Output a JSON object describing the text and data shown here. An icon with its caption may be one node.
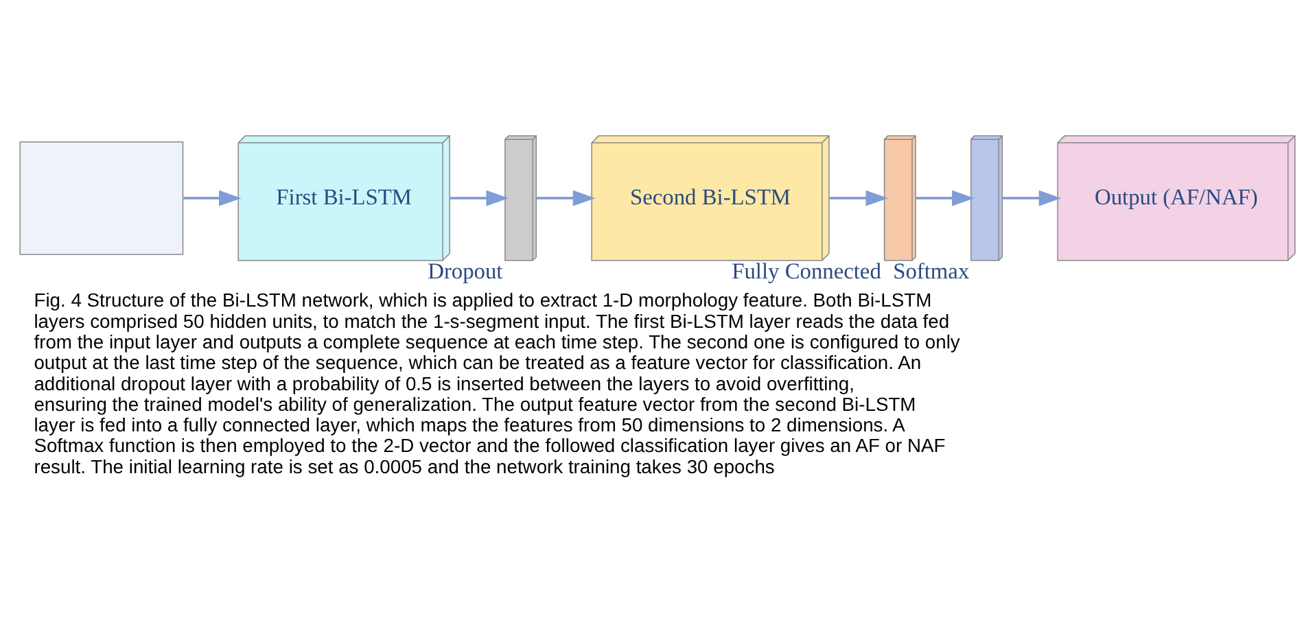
{
  "diagram": {
    "caption": "Fig. 4 Structure of the Bi-LSTM network, which is applied to extract 1-D morphology feature. Both Bi-LSTM layers comprised 50 hidden units, to match the 1-s-segment input. The first Bi-LSTM layer reads the data fed from the input layer and outputs a complete sequence at each time step. The second one is configured to only output at the last time step of the sequence, which can be treated as a feature vector for classification. An additional dropout layer with a probability of 0.5 is inserted between the layers to avoid overfitting, ensuring the trained model's ability of generalization. The output feature vector from the second Bi-LSTM layer is fed into a fully connected layer, which maps the features from 50 dimensions to 2 dimensions. A Softmax function is then employed to the 2-D vector and the followed classification layer gives an AF or NAF result. The initial learning rate is set as 0.0005 and the network training takes 30 epochs",
    "nodes": [
      {
        "text": [],
        "shape": "box"
      },
      {
        "text": [
          "First Bi-LSTM"
        ]
      },
      {
        "text": [],
        "shape": "box",
        "beside": [
          "Dropout"
        ]
      },
      {
        "text": [
          "Second Bi-LSTM"
        ]
      },
      {
        "text": [],
        "shape": "box",
        "beside": [
          "Fully Connected"
        ]
      },
      {
        "text": [],
        "shape": "box",
        "beside": [
          "Softmax"
        ]
      },
      {
        "text": [
          "Output (AF/NAF)"
        ]
      }
    ],
    "edges": [
      {
        "from": 0,
        "to": 1,
        "arrow": "to"
      },
      {
        "from": 1,
        "to": 2,
        "arrow": "to"
      },
      {
        "from": 2,
        "to": 3,
        "arrow": "to"
      },
      {
        "from": 3,
        "to": 4,
        "arrow": "to"
      },
      {
        "from": 4,
        "to": 5,
        "arrow": "to"
      },
      {
        "from": 5,
        "to": 6,
        "arrow": "to"
      }
    ]
  }
}
